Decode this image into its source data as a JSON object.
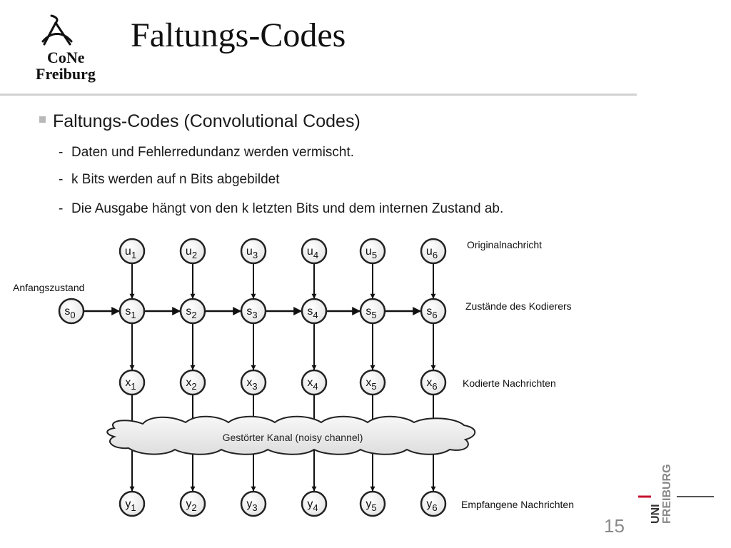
{
  "logo": {
    "line1": "CoNe",
    "line2": "Freiburg",
    "icon": "cone-logo-icon"
  },
  "slide": {
    "title": "Faltungs-Codes",
    "page_number": "15"
  },
  "bullets": {
    "main": "Faltungs-Codes (Convolutional Codes)",
    "subs": [
      "Daten und Fehlerredundanz werden vermischt.",
      "k Bits werden auf n Bits abgebildet",
      "Die Ausgabe hängt von den k letzten Bits und dem internen Zustand ab."
    ]
  },
  "diagram": {
    "inputs": [
      [
        "u",
        "1"
      ],
      [
        "u",
        "2"
      ],
      [
        "u",
        "3"
      ],
      [
        "u",
        "4"
      ],
      [
        "u",
        "5"
      ],
      [
        "u",
        "6"
      ]
    ],
    "states": [
      [
        "s",
        "1"
      ],
      [
        "s",
        "2"
      ],
      [
        "s",
        "3"
      ],
      [
        "s",
        "4"
      ],
      [
        "s",
        "5"
      ],
      [
        "s",
        "6"
      ]
    ],
    "initial_state": [
      "s",
      "0"
    ],
    "codes": [
      [
        "x",
        "1"
      ],
      [
        "x",
        "2"
      ],
      [
        "x",
        "3"
      ],
      [
        "x",
        "4"
      ],
      [
        "x",
        "5"
      ],
      [
        "x",
        "6"
      ]
    ],
    "outputs": [
      [
        "y",
        "1"
      ],
      [
        "y",
        "2"
      ],
      [
        "y",
        "3"
      ],
      [
        "y",
        "4"
      ],
      [
        "y",
        "5"
      ],
      [
        "y",
        "6"
      ]
    ],
    "labels": {
      "original": "Originalnachricht",
      "initial": "Anfangszustand",
      "states": "Zustände des Kodierers",
      "coded": "Kodierte Nachrichten",
      "channel": "Gestörter Kanal (noisy channel)",
      "received": "Empfangene Nachrichten"
    }
  },
  "uni_logo": {
    "line1": "UNI",
    "line2": "FREIBURG"
  }
}
